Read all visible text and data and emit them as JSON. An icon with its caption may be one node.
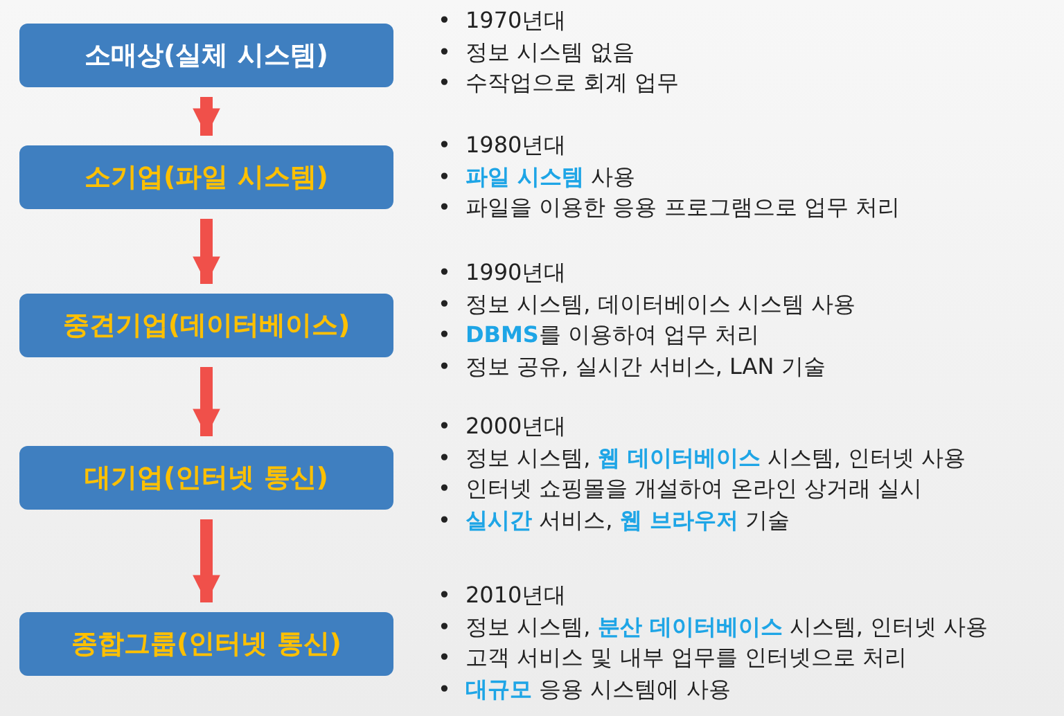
{
  "diagram": {
    "nodes": [
      {
        "text": [
          "소매상(실체 시스템)"
        ],
        "beside": [
          "1970년대",
          "정보 시스템 없음",
          "수작업으로 회계 업무"
        ]
      },
      {
        "text": [
          "소기업(파일 시스템)"
        ],
        "beside": [
          "1980년대",
          "**파일 시스템** 사용",
          "파일을 이용한 응용 프로그램으로 업무 처리"
        ]
      },
      {
        "text": [
          "중견기업(데이터베이스)"
        ],
        "beside": [
          "1990년대",
          "정보 시스템, 데이터베이스 시스템 사용",
          "**DBMS**를 이용하여 업무 처리",
          "정보 공유, 실시간 서비스, LAN 기술"
        ]
      },
      {
        "text": [
          "대기업(인터넷 통신)"
        ],
        "beside": [
          "2000년대",
          "정보 시스템, **웹 데이터베이스** 시스템, 인터넷 사용",
          "인터넷 쇼핑몰을 개설하여 온라인 상거래 실시",
          "**실시간** 서비스, **웹 브라우저** 기술"
        ]
      },
      {
        "text": [
          "종합그룹(인터넷 통신)"
        ],
        "beside": [
          "2010년대",
          "정보 시스템, **분산 데이터베이스** 시스템, 인터넷 사용",
          "고객 서비스 및 내부 업무를 인터넷으로 처리",
          "**대규모** 응용 시스템에 사용"
        ]
      }
    ],
    "edges": [
      {
        "from": 0,
        "to": 1,
        "arrow": "to"
      },
      {
        "from": 1,
        "to": 2,
        "arrow": "to"
      },
      {
        "from": 2,
        "to": 3,
        "arrow": "to"
      },
      {
        "from": 3,
        "to": 4,
        "arrow": "to"
      }
    ],
    "labels": [
      "•",
      "•",
      "•",
      "•",
      "•",
      "•",
      "•",
      "•",
      "•",
      "•",
      "•",
      "•",
      "•",
      "•",
      "•",
      "•",
      "•",
      "•"
    ]
  }
}
